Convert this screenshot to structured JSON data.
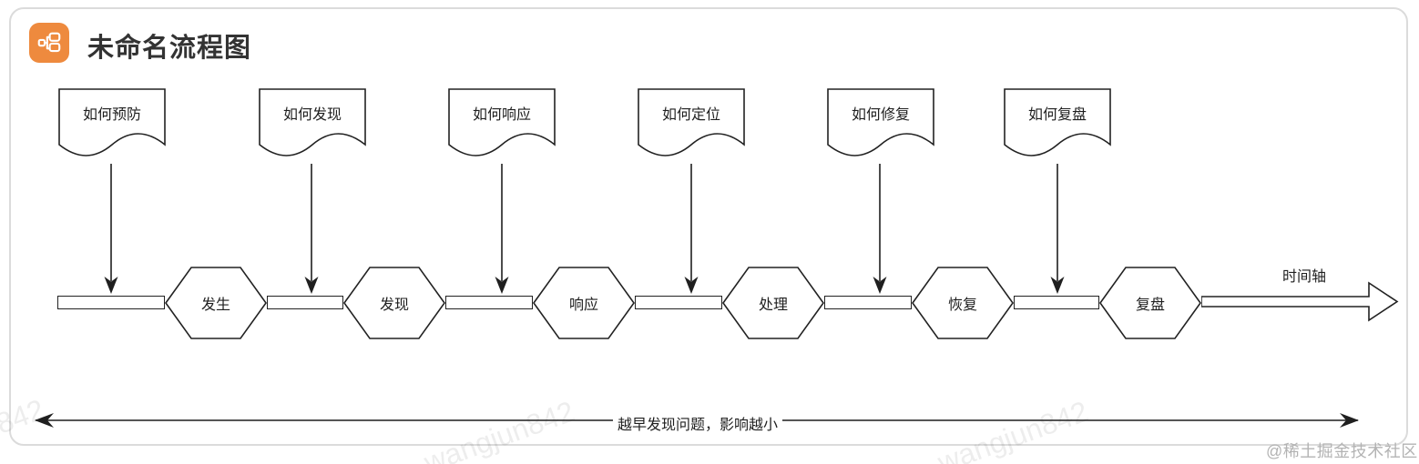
{
  "header": {
    "title": "未命名流程图"
  },
  "icons": {
    "logo": "flowchart-logo-icon"
  },
  "colors": {
    "accent": "#EE8A3E",
    "shape_stroke": "#222222",
    "card_border": "#dbdbdb",
    "attribution_gray": "#b3b3b3"
  },
  "diagram": {
    "questions": [
      "如何预防",
      "如何发现",
      "如何响应",
      "如何定位",
      "如何修复",
      "如何复盘"
    ],
    "stages": [
      "发生",
      "发现",
      "响应",
      "处理",
      "恢复",
      "复盘"
    ],
    "timeline_label": "时间轴",
    "bottom_caption": "越早发现问题，影响越小"
  },
  "watermark": {
    "text": "wangjun842",
    "attribution": "@稀土掘金技术社区"
  }
}
